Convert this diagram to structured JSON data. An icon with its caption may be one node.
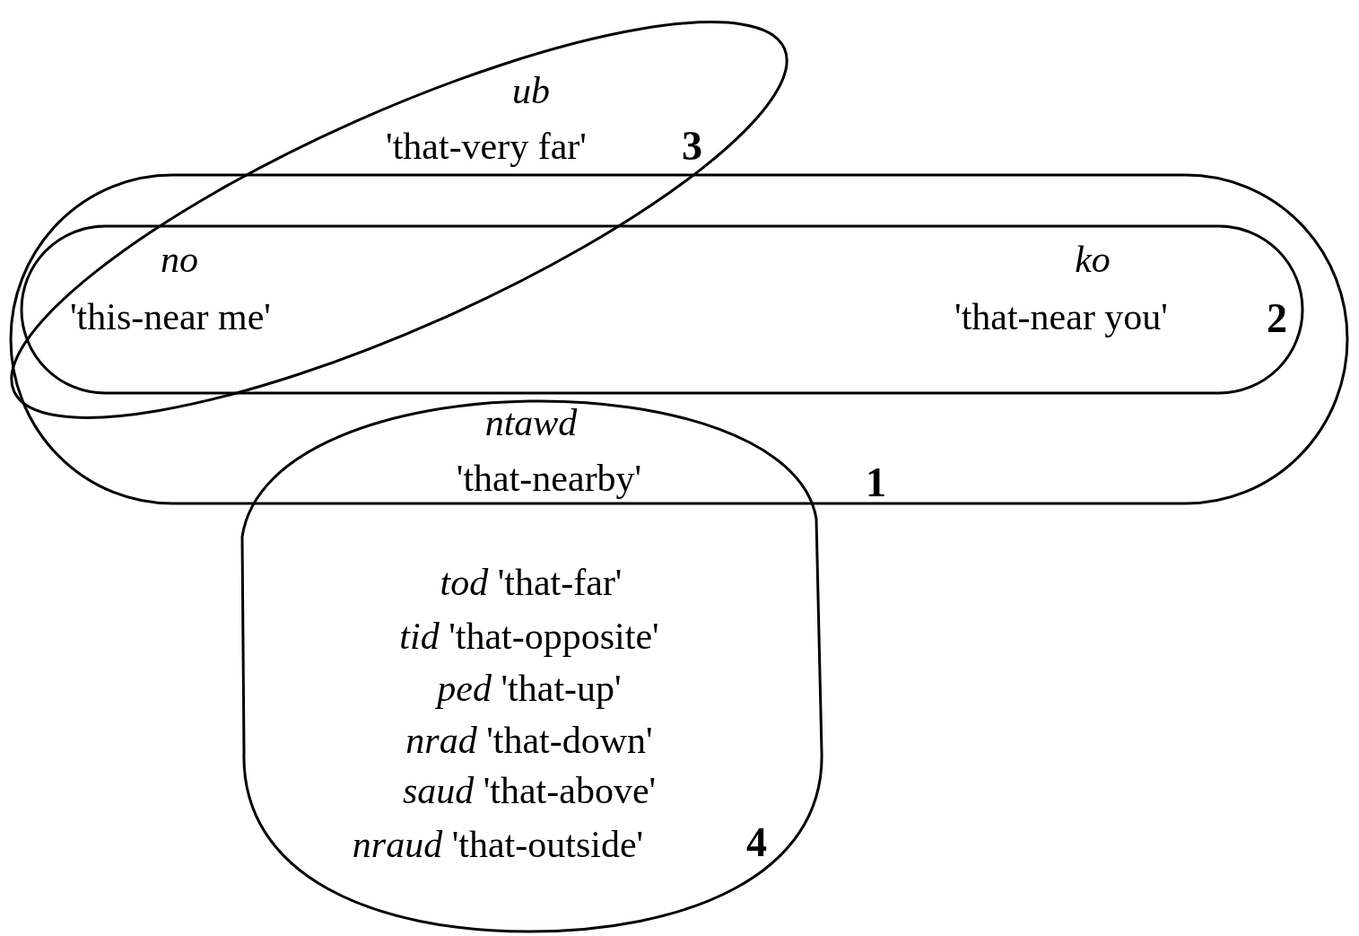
{
  "diagram": {
    "nodes": [
      {
        "text": [
          "1"
        ]
      },
      {
        "text": [
          "2"
        ],
        "in": 0
      },
      {
        "text": [
          "3"
        ]
      },
      {
        "text": [
          "4"
        ]
      }
    ],
    "edges": [],
    "labels": [
      "ub",
      "'that-very far'",
      "no",
      "'this-near me'",
      "ko",
      "'that-near you'",
      "ntawd",
      "'that-nearby'",
      "*tod* 'that-far'",
      "*tid* 'that-opposite'",
      "*ped* 'that-up'",
      "*nrad* 'that-down'",
      "*saud* 'that-above'",
      "*nraud* 'that-outside'"
    ]
  }
}
